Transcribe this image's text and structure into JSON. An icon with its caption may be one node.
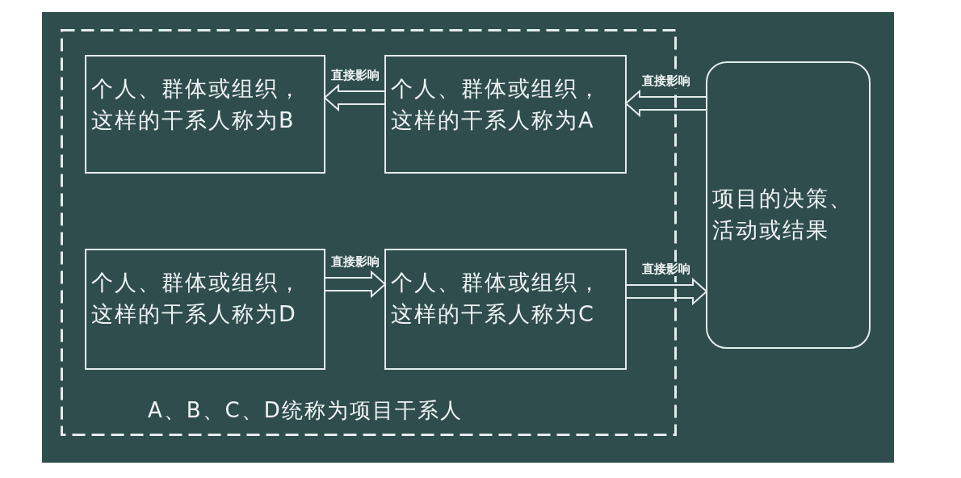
{
  "diagram": {
    "nodes": [
      {
        "text": [
          "A、B、C、D统称为项目干系人"
        ]
      },
      {
        "text": [
          "个人、群体或组织，这样的干系人称为B"
        ],
        "in": 0
      },
      {
        "text": [
          "个人、群体或组织，这样的干系人称为A"
        ],
        "in": 0
      },
      {
        "text": [
          "个人、群体或组织，这样的干系人称为D"
        ],
        "in": 0
      },
      {
        "text": [
          "个人、群体或组织，这样的干系人称为C"
        ],
        "in": 0
      },
      {
        "text": [
          "项目的决策、活动或结果"
        ]
      }
    ],
    "edges": [
      {
        "from": 5,
        "to": 2,
        "arrow": "to",
        "label": "直接影响"
      },
      {
        "from": 2,
        "to": 1,
        "arrow": "to",
        "label": "直接影响"
      },
      {
        "from": 3,
        "to": 4,
        "arrow": "to",
        "label": "直接影响"
      },
      {
        "from": 4,
        "to": 5,
        "arrow": "to",
        "label": "直接影响"
      }
    ]
  }
}
